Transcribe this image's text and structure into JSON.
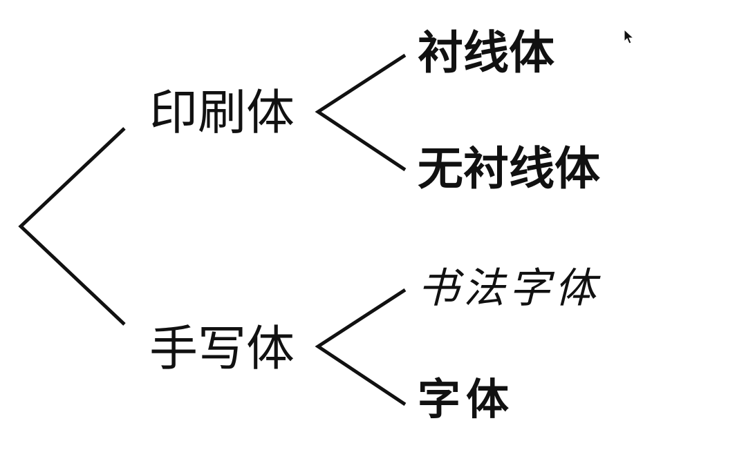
{
  "diagram": {
    "branches": [
      {
        "label": "印刷体",
        "children": [
          "衬线体",
          "无衬线体"
        ]
      },
      {
        "label": "手写体",
        "children": [
          "书法字体",
          "字体"
        ]
      }
    ]
  },
  "colors": {
    "ink": "#111111",
    "background": "#ffffff"
  },
  "icons": {
    "cursor": "mouse-pointer-icon"
  }
}
